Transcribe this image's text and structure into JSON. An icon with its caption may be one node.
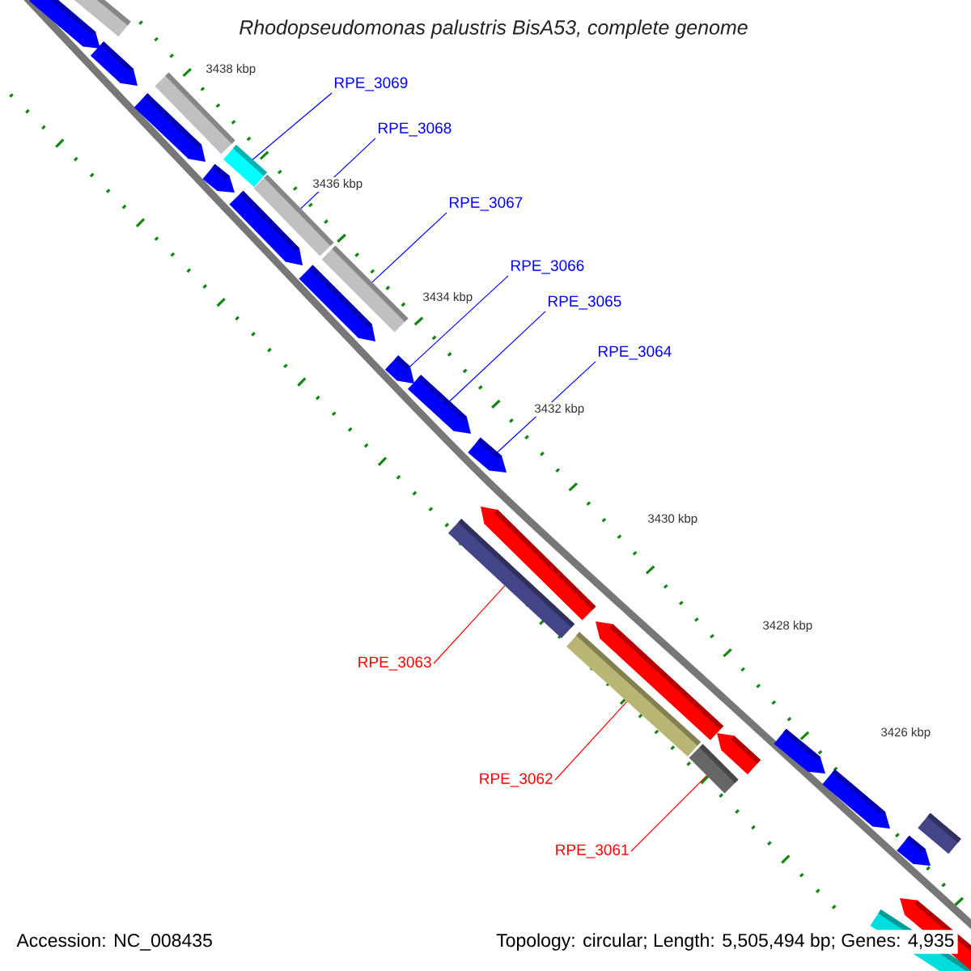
{
  "diagram": {
    "title": "Rhodopseudomonas palustris BisA53, complete genome",
    "nodes": [
      {
        "text": [
          "RPE_3069"
        ]
      },
      {
        "text": [
          "RPE_3068"
        ]
      },
      {
        "text": [
          "RPE_3067"
        ]
      },
      {
        "text": [
          "RPE_3066"
        ]
      },
      {
        "text": [
          "RPE_3065"
        ]
      },
      {
        "text": [
          "RPE_3064"
        ]
      },
      {
        "text": [
          "RPE_3063"
        ]
      },
      {
        "text": [
          "RPE_3062"
        ]
      },
      {
        "text": [
          "RPE_3061"
        ]
      },
      {
        "text": [],
        "shape": "arrow"
      },
      {
        "text": [],
        "shape": "box"
      },
      {
        "text": [],
        "shape": "arrow"
      },
      {
        "text": [],
        "shape": "box"
      },
      {
        "text": [],
        "shape": "arrow"
      },
      {
        "text": [],
        "shape": "arrow"
      },
      {
        "text": [],
        "shape": "box"
      },
      {
        "text": [],
        "shape": "arrow"
      },
      {
        "text": [],
        "shape": "box"
      },
      {
        "text": [],
        "shape": "arrow"
      },
      {
        "text": [],
        "shape": "box"
      },
      {
        "text": [],
        "shape": "arrow"
      },
      {
        "text": [],
        "shape": "arrow"
      },
      {
        "text": [],
        "shape": "arrow"
      },
      {
        "text": [],
        "shape": "box"
      },
      {
        "text": [],
        "shape": "arrow"
      },
      {
        "text": [],
        "shape": "box"
      },
      {
        "text": [],
        "shape": "arrow"
      },
      {
        "text": [],
        "shape": "box"
      },
      {
        "text": [],
        "shape": "arrow"
      },
      {
        "text": [],
        "shape": "arrow"
      },
      {
        "text": [],
        "shape": "arrow"
      },
      {
        "text": [],
        "shape": "box"
      },
      {
        "text": [],
        "shape": "arrow"
      },
      {
        "text": [],
        "shape": "box"
      },
      {
        "text": [],
        "shape": "arrow"
      }
    ],
    "edges": [
      {
        "from": 0,
        "to": 15,
        "arrow": "none"
      },
      {
        "from": 1,
        "to": 17,
        "arrow": "none"
      },
      {
        "from": 2,
        "to": 19,
        "arrow": "none"
      },
      {
        "from": 3,
        "to": 20,
        "arrow": "none"
      },
      {
        "from": 4,
        "to": 21,
        "arrow": "none"
      },
      {
        "from": 5,
        "to": 22,
        "arrow": "none"
      },
      {
        "from": 6,
        "to": 23,
        "arrow": "none",
        "color": "#ff0000"
      },
      {
        "from": 7,
        "to": 25,
        "arrow": "none",
        "color": "#ff0000"
      },
      {
        "from": 8,
        "to": 27,
        "arrow": "none",
        "color": "#ff0000"
      }
    ],
    "labels": [
      "3438 kbp",
      "3436 kbp",
      "3434 kbp",
      "3432 kbp",
      "3430 kbp",
      "3428 kbp",
      "3426 kbp",
      "Accession: NC_008435",
      "Topology: circular; Length: 5,505,494 bp; Genes: 4,935"
    ]
  }
}
